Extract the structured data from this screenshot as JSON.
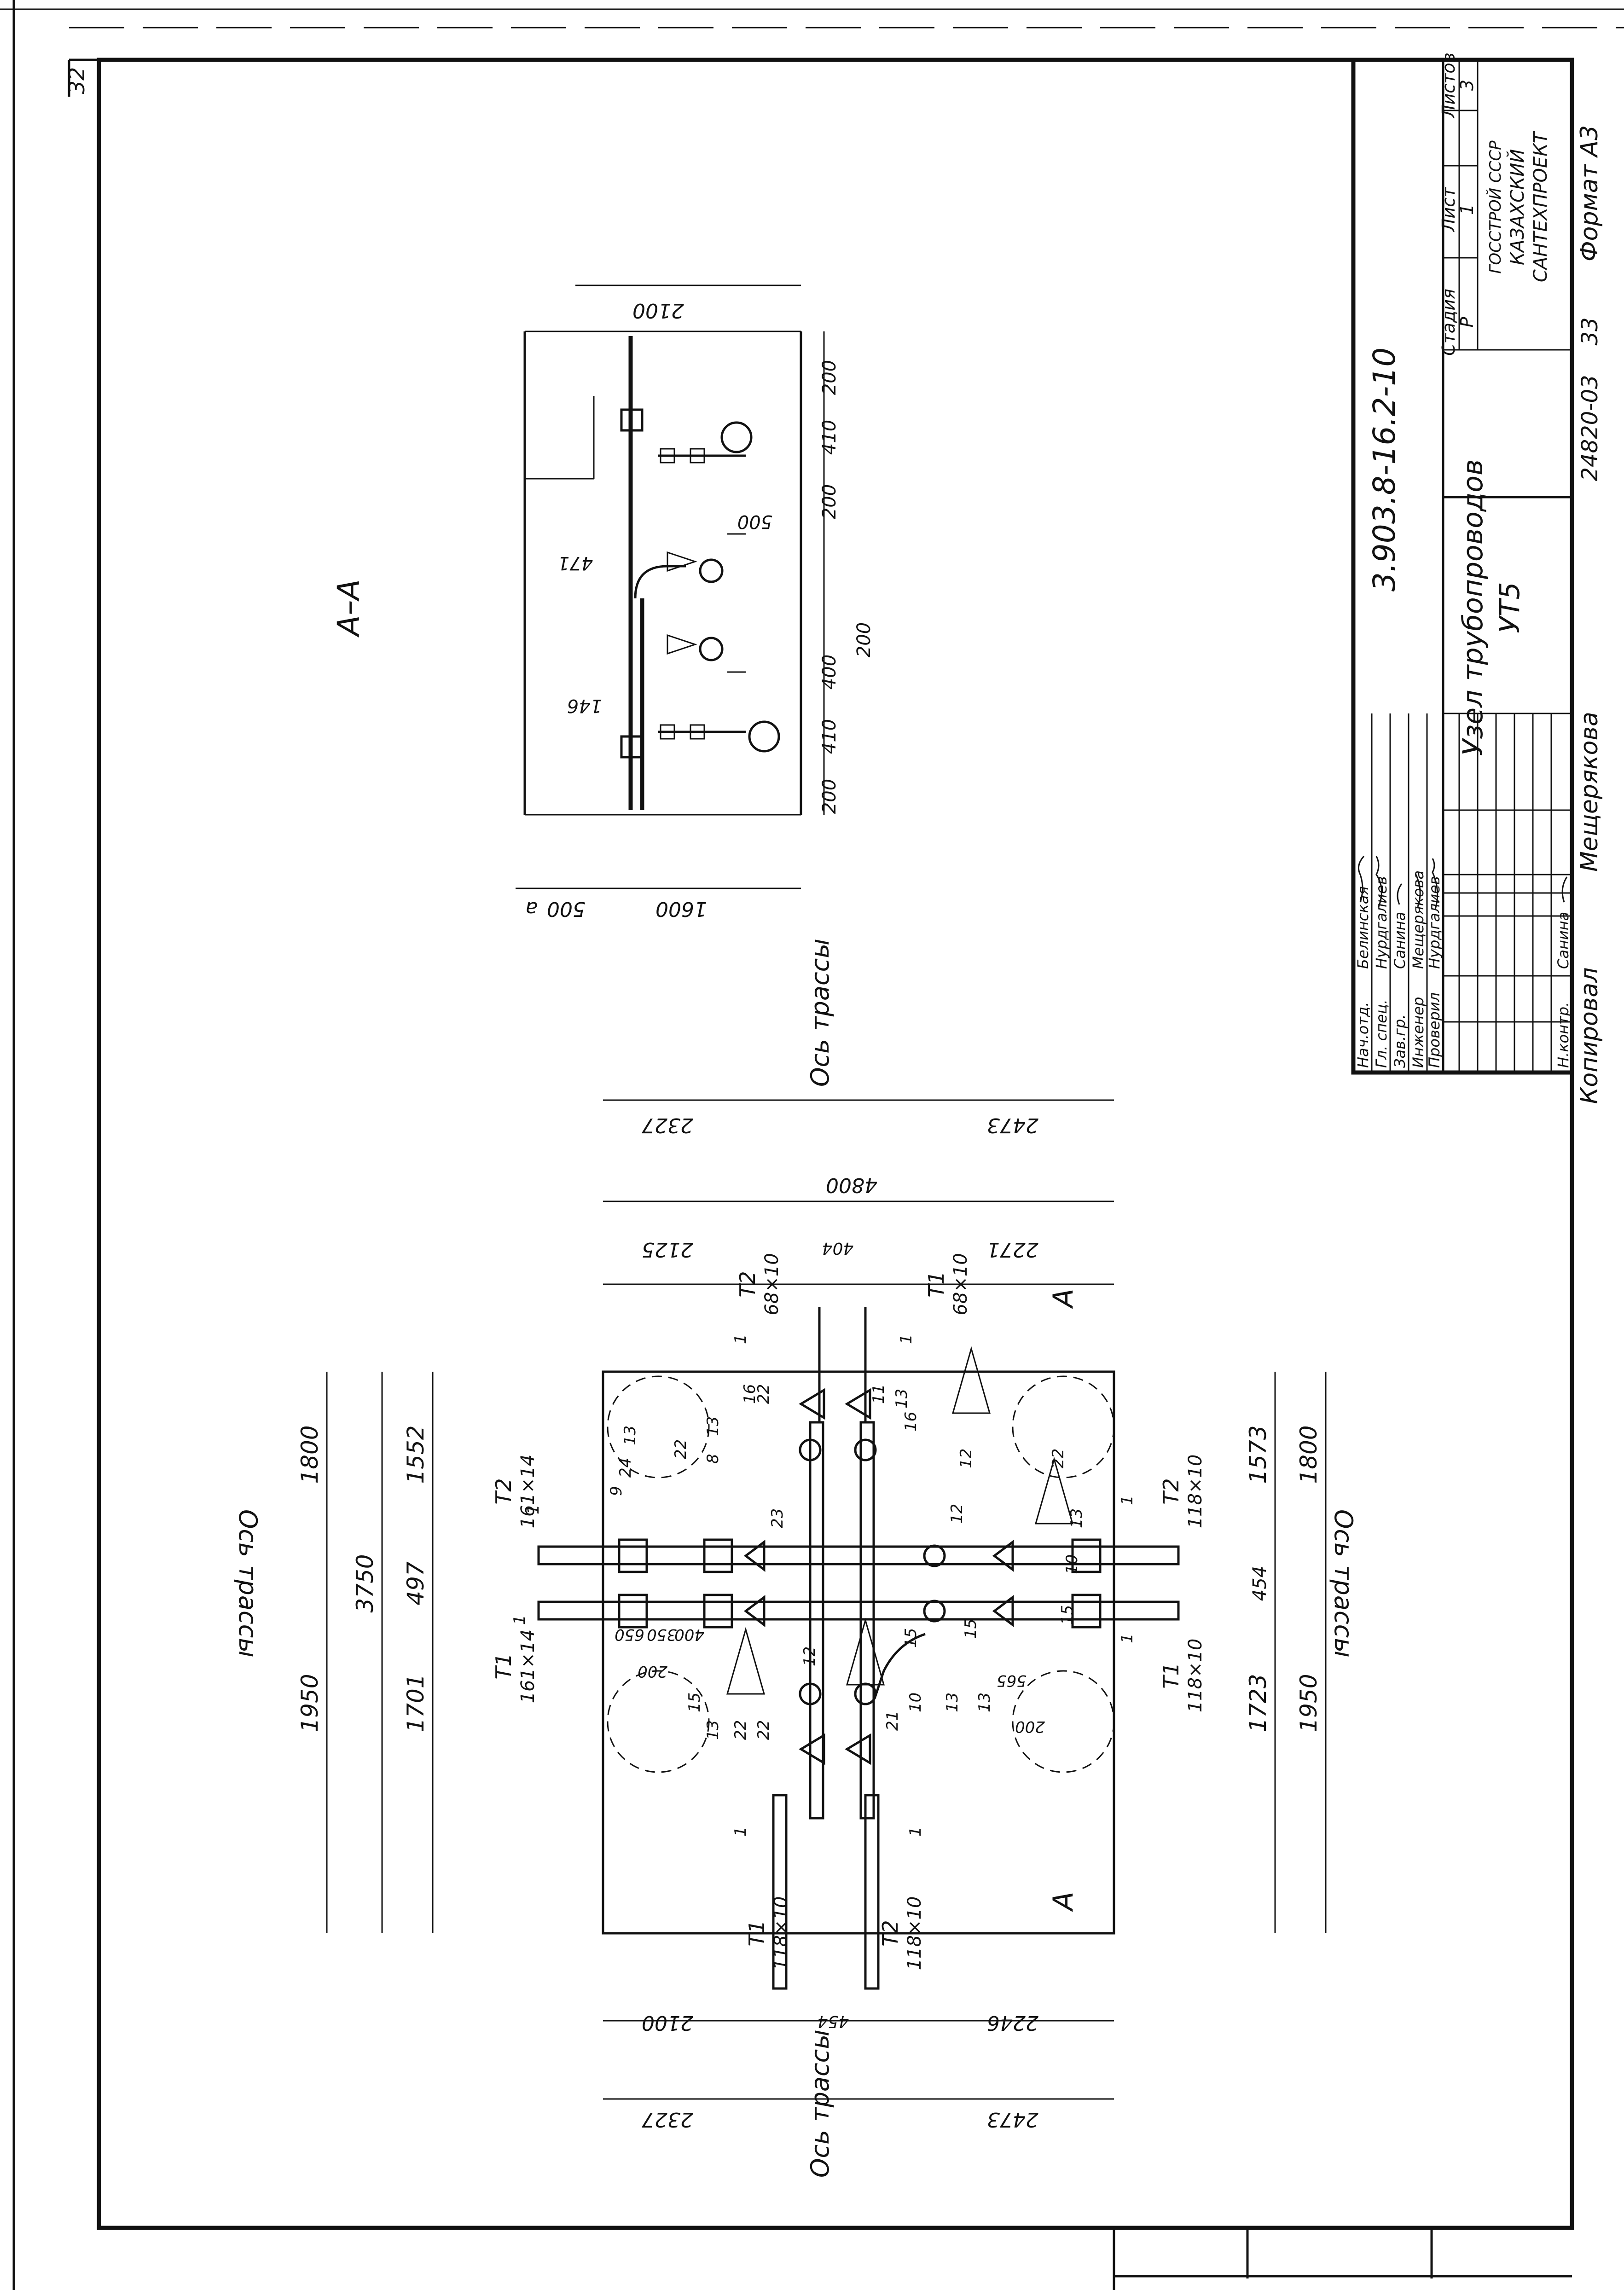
{
  "sheet": {
    "corner_number": "32",
    "section_label": "А–А",
    "marks": {
      "a_left": "А",
      "a_right": "А"
    }
  },
  "section": {
    "dims_top": [
      "2100"
    ],
    "dims_left": [
      "1600",
      "500",
      "а"
    ],
    "dims_bottom": [
      "200",
      "410",
      "400",
      "200",
      "410",
      "200"
    ],
    "extra_bottom": "200",
    "labels": [
      "146",
      "471",
      "500"
    ]
  },
  "plan": {
    "axis_label": "Ось трассы",
    "top_dims": [
      "2327",
      "2473",
      "4800",
      "2125",
      "404",
      "2271"
    ],
    "bottom_dims": [
      "2100",
      "454",
      "2246",
      "2327",
      "2473"
    ],
    "left_dims": [
      "1800",
      "3750",
      "1950",
      "1552",
      "497",
      "1701"
    ],
    "right_dims": [
      "1800",
      "1950",
      "1573",
      "454",
      "1723"
    ],
    "pipes": {
      "t1_left": "Т1",
      "t1_left_size": "161×14",
      "t2_left": "Т2",
      "t2_left_size": "161×14",
      "t1_right": "Т1",
      "t1_right_size": "118×10",
      "t2_right": "Т2",
      "t2_right_size": "118×10",
      "t1_top": "Т1",
      "t1_top_size": "68×10",
      "t2_top": "Т2",
      "t2_top_size": "68×10",
      "t1_bottom": "Т1",
      "t1_bottom_size": "118×10",
      "t2_bottom": "Т2",
      "t2_bottom_size": "118×10"
    },
    "positions": [
      "9",
      "24",
      "13",
      "22",
      "8",
      "13",
      "16",
      "22",
      "11",
      "13",
      "23",
      "16",
      "12",
      "12",
      "22",
      "13",
      "10",
      "15",
      "15",
      "15",
      "15",
      "12",
      "10",
      "13",
      "13",
      "22",
      "21",
      "13",
      "22",
      "650",
      "350",
      "400",
      "200",
      "200",
      "565",
      "1",
      "1",
      "1",
      "1",
      "1",
      "1",
      "1",
      "1"
    ]
  },
  "title_block": {
    "doc_number": "3.903.8-16.2-10",
    "title_line1": "Узел трубопроводов",
    "title_line2": "УТ5",
    "headers": {
      "stage": "Стадия",
      "sheet": "Лист",
      "sheets": "Листов"
    },
    "values": {
      "stage": "Р",
      "sheet": "1",
      "sheets": "3"
    },
    "org_line1": "ГОССТРОЙ СССР",
    "org_line2": "КАЗАХСКИЙ",
    "org_line3": "САНТЕХПРОЕКТ",
    "roles": [
      "Нач.отд.",
      "Гл. спец.",
      "Зав.гр.",
      "Инженер",
      "Проверил",
      "",
      "Н.контр."
    ],
    "names": [
      "Белинская",
      "Нурдгалиев",
      "Санина",
      "Мещерякова",
      "Нурдгалиев",
      "",
      "Санина"
    ],
    "signatures": [
      "Белинская",
      "Нурдгалиев",
      "Санина",
      "Мещерякова",
      "Нурдгалиев",
      "",
      "Санина"
    ],
    "copied_label": "Копировал",
    "copied_name": "Мещерякова",
    "bottom_code": "24820-03",
    "bottom_num": "33",
    "format": "Формат А3"
  }
}
